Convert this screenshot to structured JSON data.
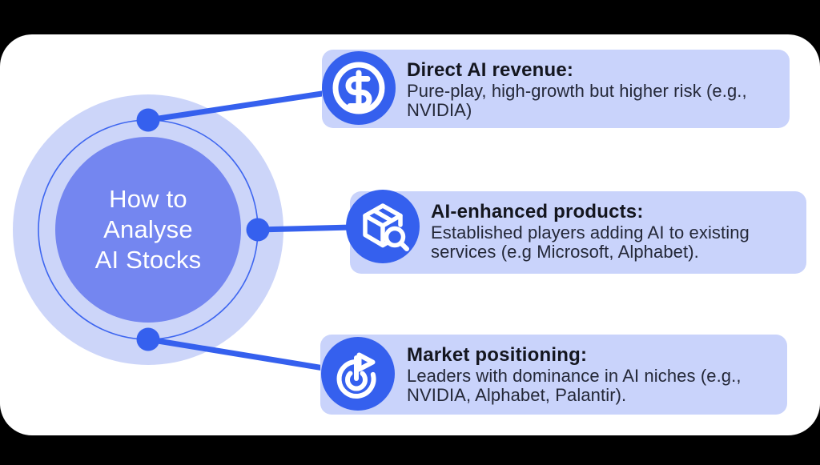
{
  "diagram": {
    "center": {
      "title_lines": [
        "How to",
        "Analyse",
        "AI Stocks"
      ]
    },
    "cards": [
      {
        "icon": "dollar-coin",
        "title": "Direct AI revenue:",
        "body": "Pure-play, high-growth but higher risk (e.g., NVIDIA)"
      },
      {
        "icon": "package-search",
        "title": "AI-enhanced products:",
        "body": "Established players adding AI to existing services  (e.g Microsoft, Alphabet)."
      },
      {
        "icon": "market-position-radar",
        "title": "Market positioning:",
        "body": "Leaders with dominance in AI niches (e.g., NVIDIA, Alphabet, Palantir)."
      }
    ],
    "colors": {
      "accent_blue": "#3560ee",
      "hub_fill": "#7486f0",
      "halo": "#ccd5f9",
      "card_bg": "#c9d3fb",
      "title_text": "#14161f",
      "body_text": "#242838",
      "page_bg": "#ffffff",
      "outer_bg": "#000000"
    }
  }
}
